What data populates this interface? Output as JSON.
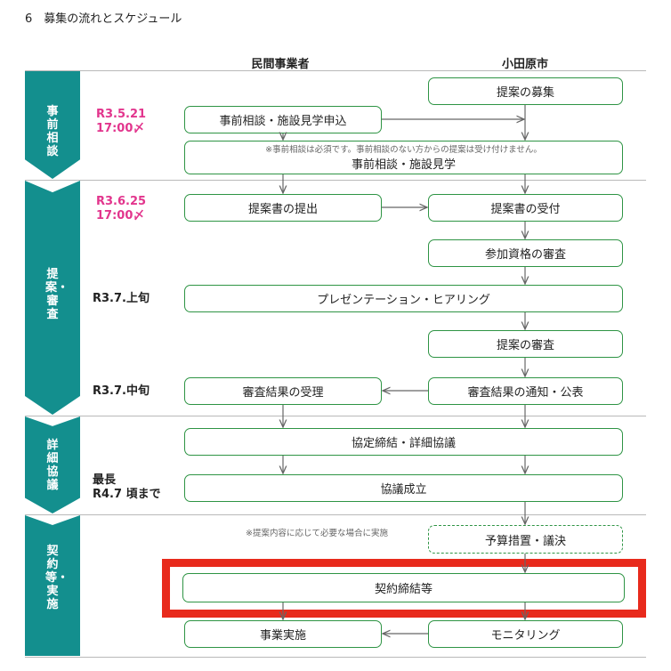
{
  "heading": "6　募集の流れとスケジュール",
  "columns": {
    "private": "民間事業者",
    "city": "小田原市"
  },
  "phases": {
    "pre": "事前相談",
    "proposal": "提案・審査",
    "detail": "詳細協議",
    "contract": "契約等・実施"
  },
  "dates": {
    "d1_line1": "R3.5.21",
    "d1_line2": "17:00〆",
    "d2_line1": "R3.6.25",
    "d2_line2": "17:00〆",
    "d3": "R3.7.上旬",
    "d4": "R3.7.中旬",
    "d5_line1": "最長",
    "d5_line2": "R4.7 頃まで"
  },
  "boxes": {
    "recruit": "提案の募集",
    "apply": "事前相談・施設見学申込",
    "consult_note": "※事前相談は必須です。事前相談のない方からの提案は受け付けません。",
    "consult": "事前相談・施設見学",
    "submit": "提案書の提出",
    "receive": "提案書の受付",
    "qualify": "参加資格の審査",
    "presentation": "プレゼンテーション・ヒアリング",
    "review": "提案の審査",
    "result_receipt": "審査結果の受理",
    "result_notice": "審査結果の通知・公表",
    "agreement": "協定締結・詳細協議",
    "agreement_done": "協議成立",
    "budget_note": "※提案内容に応じて必要な場合に実施",
    "budget": "予算措置・議決",
    "contract": "契約締結等",
    "implement": "事業実施",
    "monitoring": "モニタリング"
  },
  "colors": {
    "phase": "#138f8e",
    "box_border": "#2e9444",
    "deadline": "#e2358d",
    "highlight": "#e82a1c"
  }
}
